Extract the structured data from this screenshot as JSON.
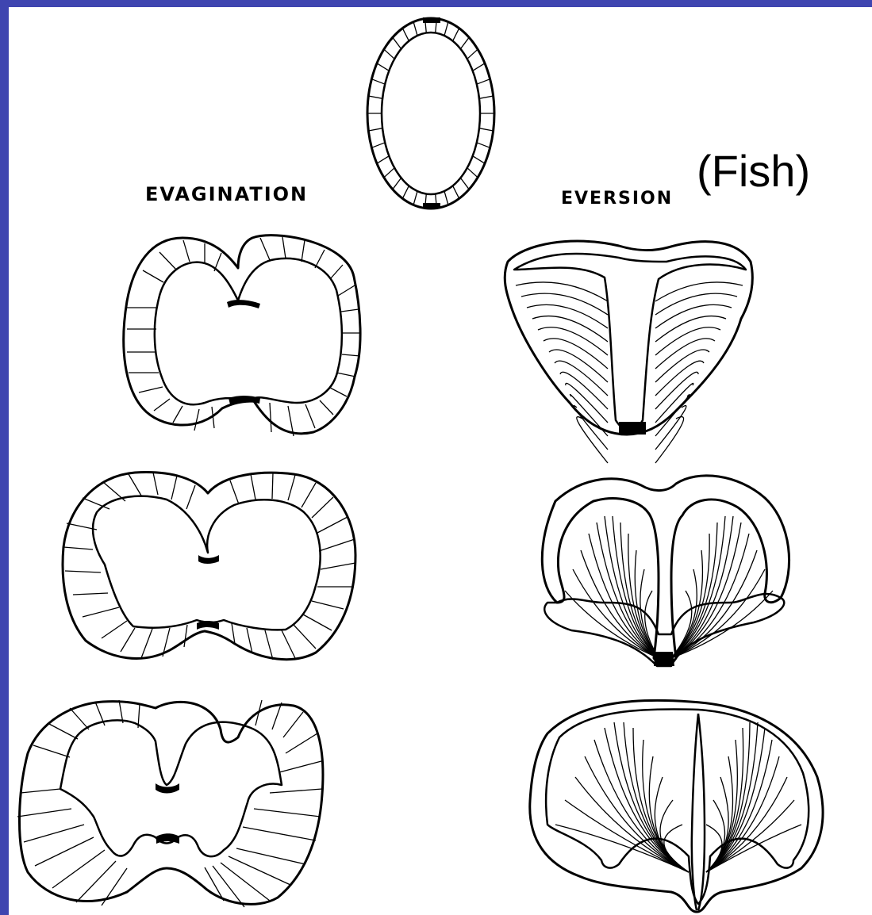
{
  "labels": {
    "evagination": "EVAGINATION",
    "eversion": "EVERSION",
    "fish": "(Fish)"
  },
  "colors": {
    "frame": "#3F45B0",
    "ink": "#000000",
    "background": "#FFFFFF"
  }
}
